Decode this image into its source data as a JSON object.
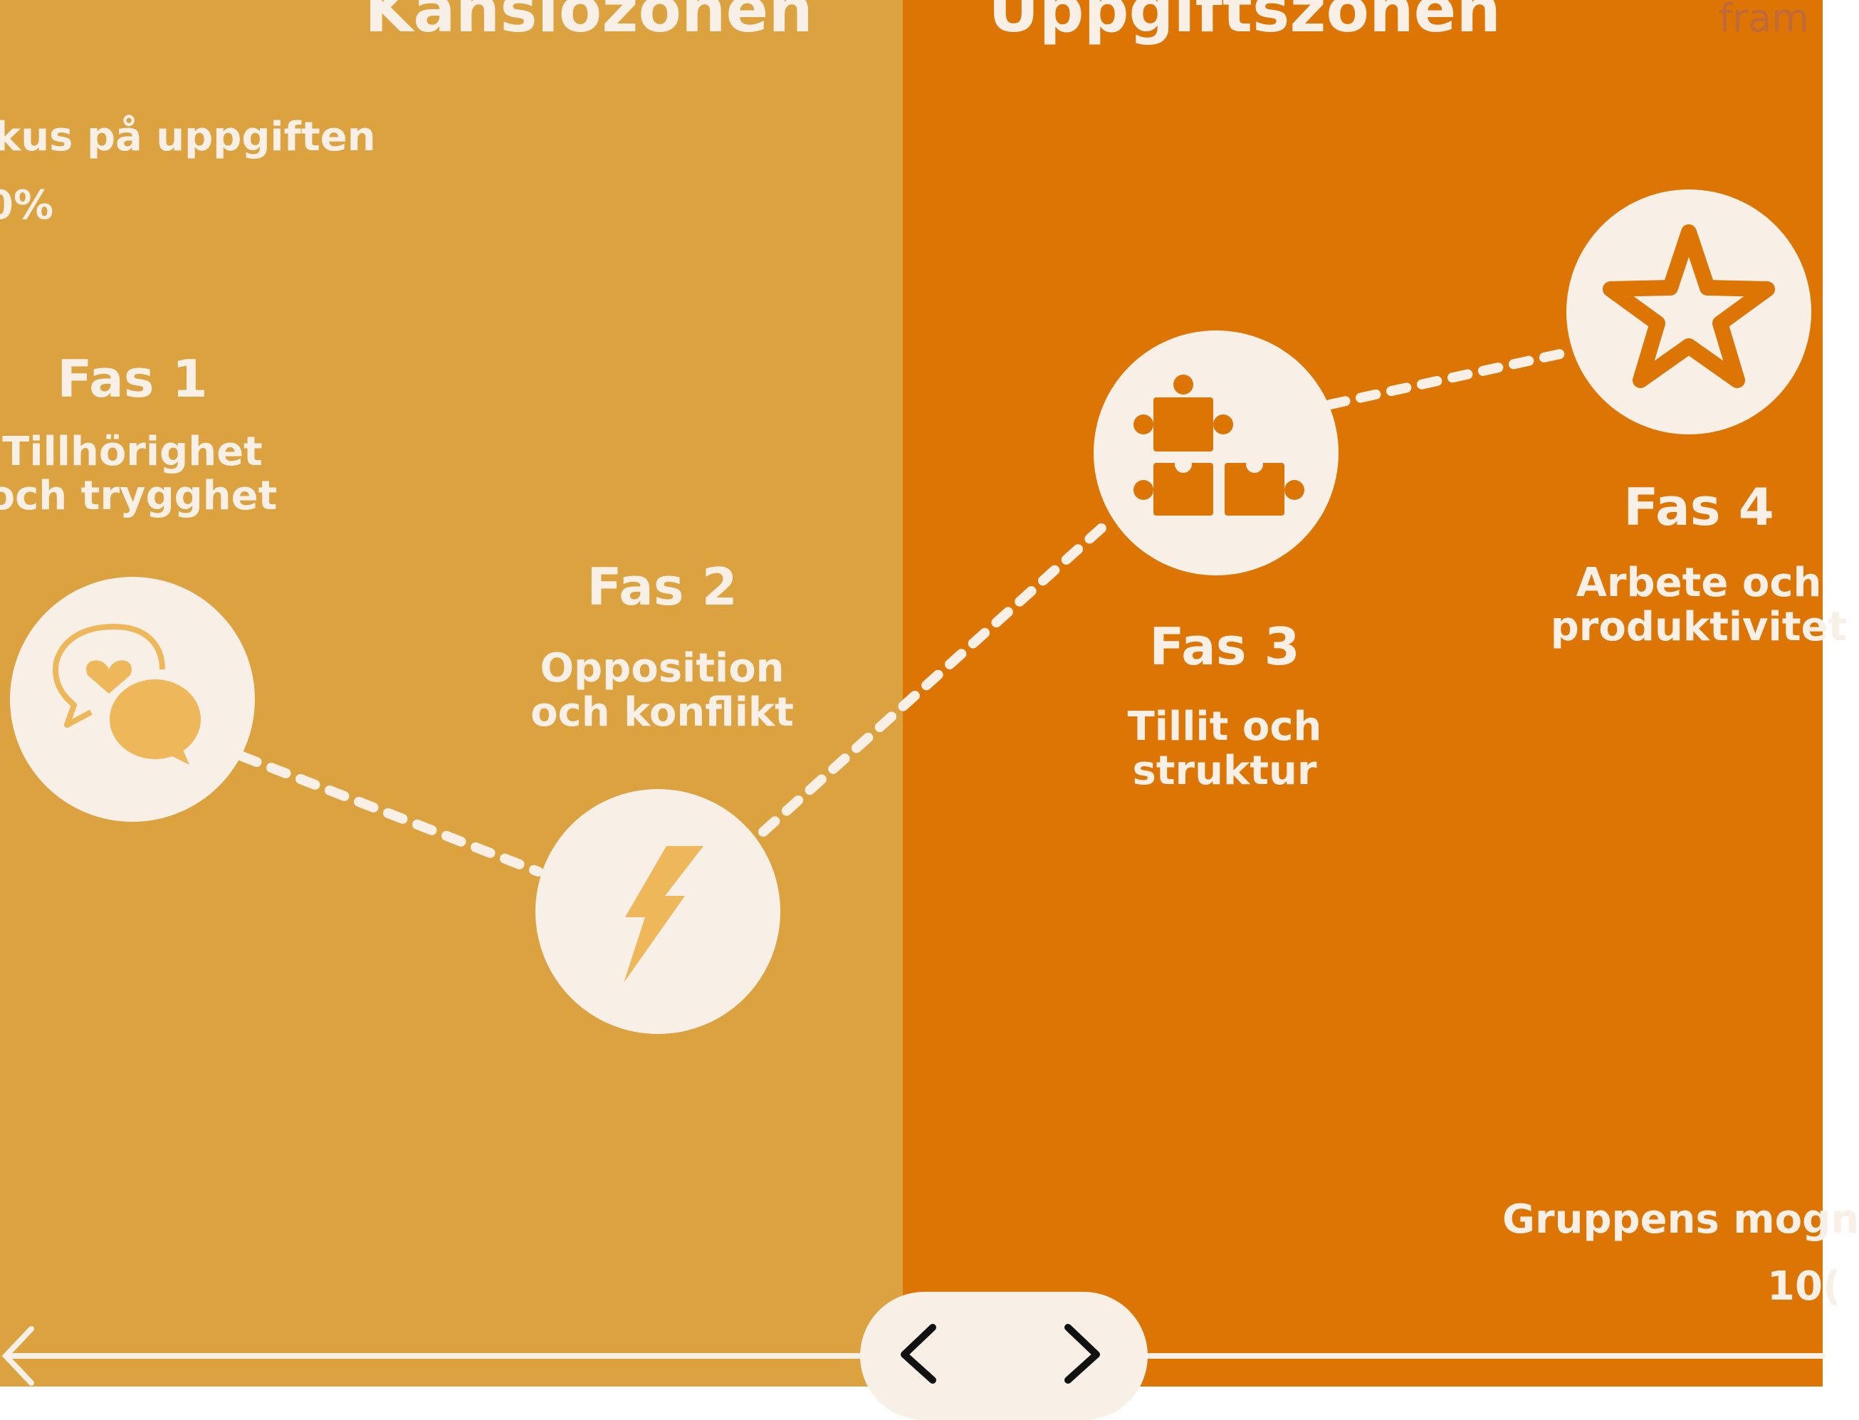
{
  "zones": {
    "left_title": "Känslozonen",
    "right_title": "Uppgiftszonen"
  },
  "corner_top_left": {
    "label": "kus på uppgiften",
    "value": "0%"
  },
  "corner_bottom_right": {
    "label": "Gruppens mogn",
    "value": "10("
  },
  "logo": "fram",
  "phases": [
    {
      "number": "Fas 1",
      "subtitle": "Tillhörighet\noch trygghet",
      "icon": "chat-bubbles-heart-icon"
    },
    {
      "number": "Fas 2",
      "subtitle": "Opposition\noch konflikt",
      "icon": "lightning-bolt-icon"
    },
    {
      "number": "Fas 3",
      "subtitle": "Tillit och\nstruktur",
      "icon": "puzzle-pieces-icon"
    },
    {
      "number": "Fas 4",
      "subtitle": "Arbete och\nproduktivitet",
      "icon": "star-icon"
    }
  ],
  "colors": {
    "left_zone": "#DBA23F",
    "right_zone": "#DC7504",
    "cream": "#F8F0E6",
    "icon_accent": "#EDB75A"
  },
  "nav": {
    "prev_icon": "chevron-left-icon",
    "next_icon": "chevron-right-icon"
  }
}
